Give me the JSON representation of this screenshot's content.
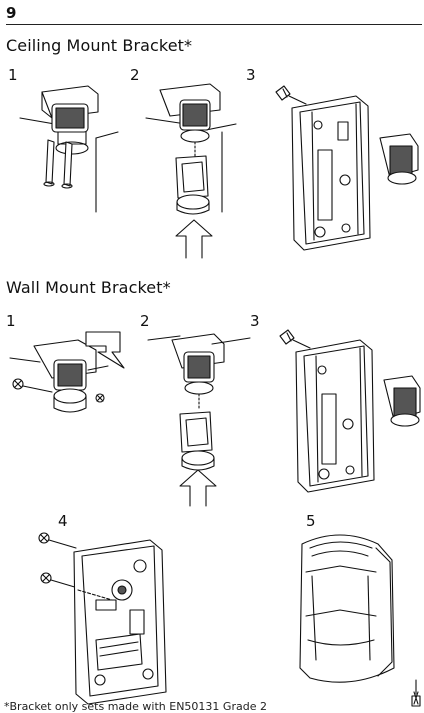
{
  "page": {
    "number": "9"
  },
  "ceiling_section": {
    "title": "Ceiling Mount Bracket*",
    "steps": [
      "1",
      "2",
      "3"
    ]
  },
  "wall_section": {
    "title": "Wall Mount Bracket*",
    "steps": [
      "1",
      "2",
      "3",
      "4",
      "5"
    ]
  },
  "footnote": {
    "text": "*Bracket only sets made with EN50131 Grade 2"
  },
  "colors": {
    "ink": "#111111",
    "shade": "#777777",
    "paper": "#ffffff"
  }
}
